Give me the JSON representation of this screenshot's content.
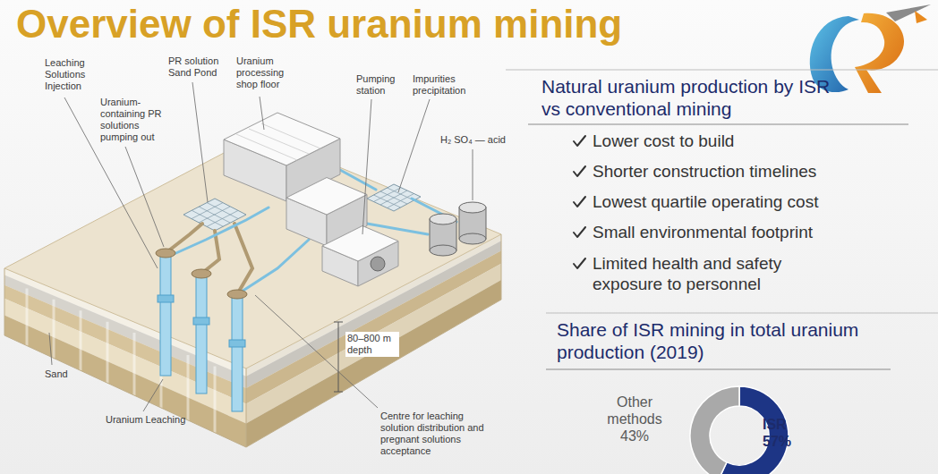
{
  "diagram": {
    "title": "Overview of ISR uranium mining",
    "labels": [
      "Leaching Solutions Injection",
      "PR solution Sand Pond",
      "Uranium processing shop floor",
      "Pumping station",
      "Impurities precipitation",
      "Natural uranium production by ISR vs conventional mining",
      "Uranium-containing PR solutions pumping out",
      "H₂ SO₄ — acid",
      "Lower cost to build",
      "Shorter construction timelines",
      "Lowest quartile operating cost",
      "Small environmental footprint",
      "Limited health and safety exposure to personnel",
      "Share of ISR mining in total uranium production (2019)",
      "80–800 m depth",
      "Sand",
      "Other methods",
      "43%",
      "Uranium Leaching",
      "ISR",
      "57%",
      "Centre for leaching solution distribution and pregnant solutions acceptance"
    ]
  }
}
